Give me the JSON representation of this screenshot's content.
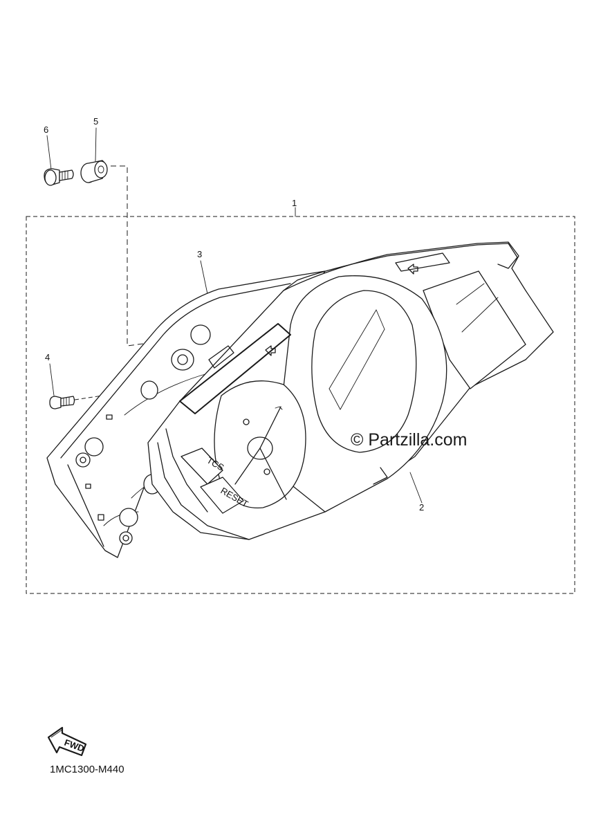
{
  "callouts": [
    {
      "id": "1",
      "label": "1"
    },
    {
      "id": "2",
      "label": "2"
    },
    {
      "id": "3",
      "label": "3"
    },
    {
      "id": "4",
      "label": "4"
    },
    {
      "id": "5",
      "label": "5"
    },
    {
      "id": "6",
      "label": "6"
    }
  ],
  "button_labels": {
    "tcs": "TCS",
    "reset": "RESET"
  },
  "fwd_arrow_label": "FWD",
  "watermark": "© Partzilla.com",
  "doc_code": "1MC1300-M440"
}
